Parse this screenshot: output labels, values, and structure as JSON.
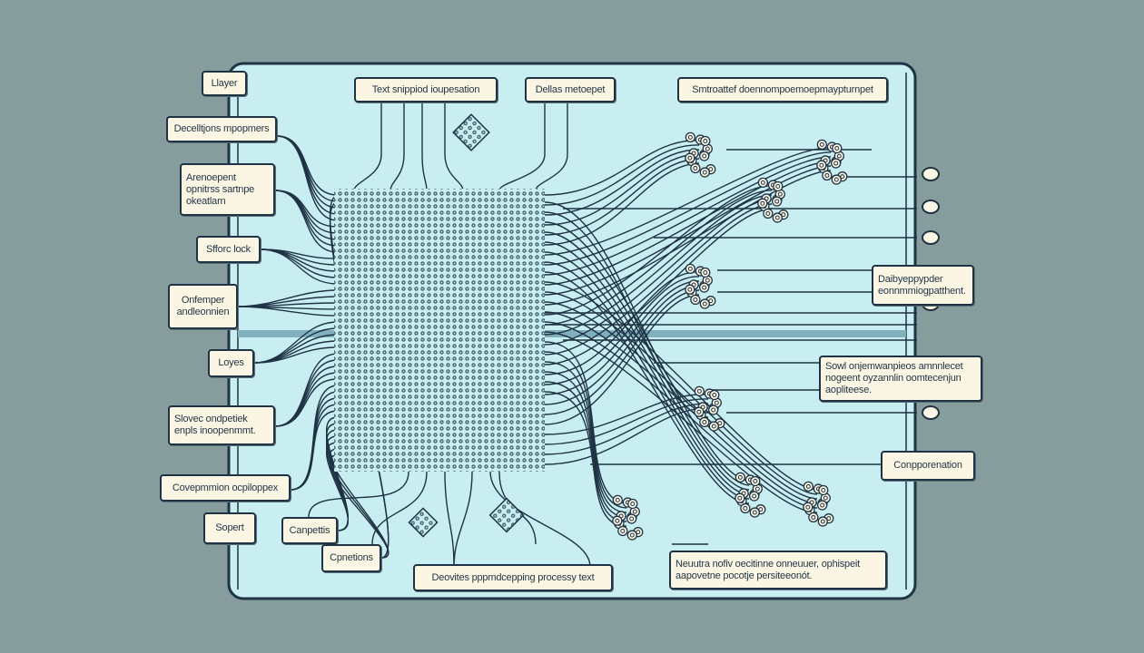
{
  "colors": {
    "background": "#879c9d",
    "panel": "#c8eef2",
    "stroke": "#1f3344",
    "label_bg": "#fbf6e4",
    "mesh": "#3d5f6a"
  },
  "labels": {
    "layer": "Llayer",
    "decell": "Decelltjons mpopmers",
    "arenoepent": [
      "Arenoepent",
      "opnitrss sartnpe",
      "okeatlarn"
    ],
    "sfforc": "Sfforc lock",
    "onfemper": [
      "Onfemper",
      "andleonnien"
    ],
    "loyes": "Loyes",
    "slovec": [
      "Slovec ondpetiek",
      "enpls inoopenmmt."
    ],
    "covepmmion": "Covepmmion ocpiloppex",
    "sopert": "Sopert",
    "canpettis": "Canpettis",
    "cpnetions": "Cpnetions",
    "deovites": "Deovites pppmdcepping processy text",
    "text_snippet": "Text snippiod ioupesation",
    "dellas": "Dellas metoepet",
    "smtroattef": "Smtroattef doennompoemoepmaypturnpet",
    "daibye": [
      "Daibyeppypder",
      "eonnmmiogpatthent."
    ],
    "sowl": [
      "Sowl onjemwanpieos amnnlecet",
      "nogeent oyzannlin oomtecenjun",
      "aopliteese."
    ],
    "conpporenation": "Conpporenation",
    "neuutra": [
      "Neuutra nofiv oecitinne onneuuer, ophispeit",
      "aapovetne pocotje persiteeonót."
    ]
  }
}
